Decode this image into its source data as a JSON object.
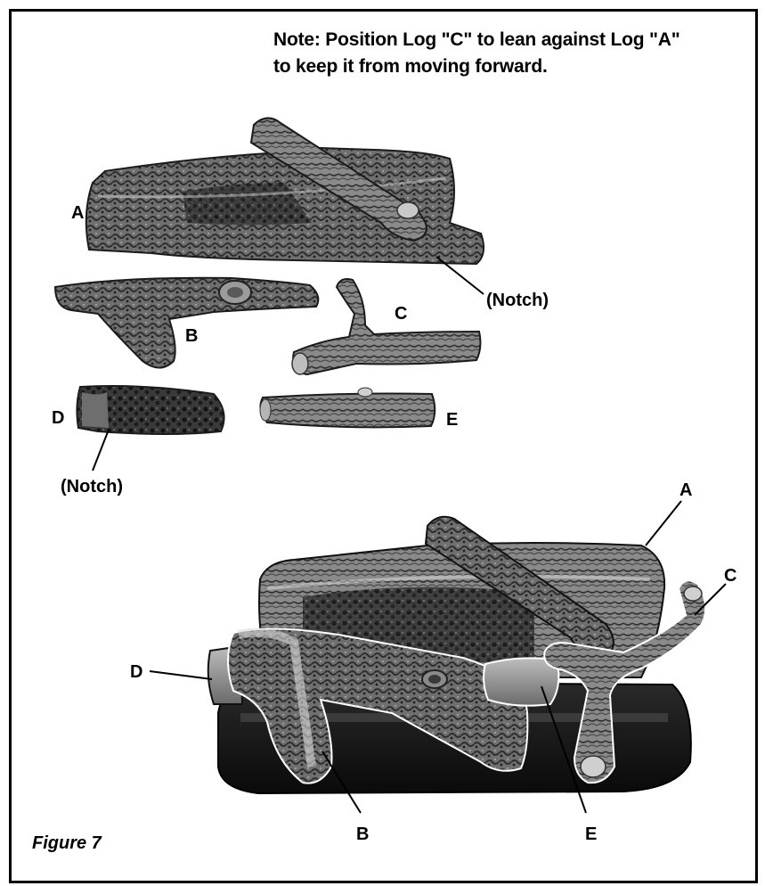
{
  "note": {
    "line1": "Note:  Position Log \"C\" to lean against Log \"A\"",
    "line2": "to keep it from moving forward."
  },
  "labels": {
    "a_top": "A",
    "b_top": "B",
    "c_top": "C",
    "d_top": "D",
    "e_top": "E",
    "notch_a": "(Notch)",
    "notch_d": "(Notch)",
    "a_bottom": "A",
    "b_bottom": "B",
    "c_bottom": "C",
    "d_bottom": "D",
    "e_bottom": "E"
  },
  "caption": "Figure 7"
}
